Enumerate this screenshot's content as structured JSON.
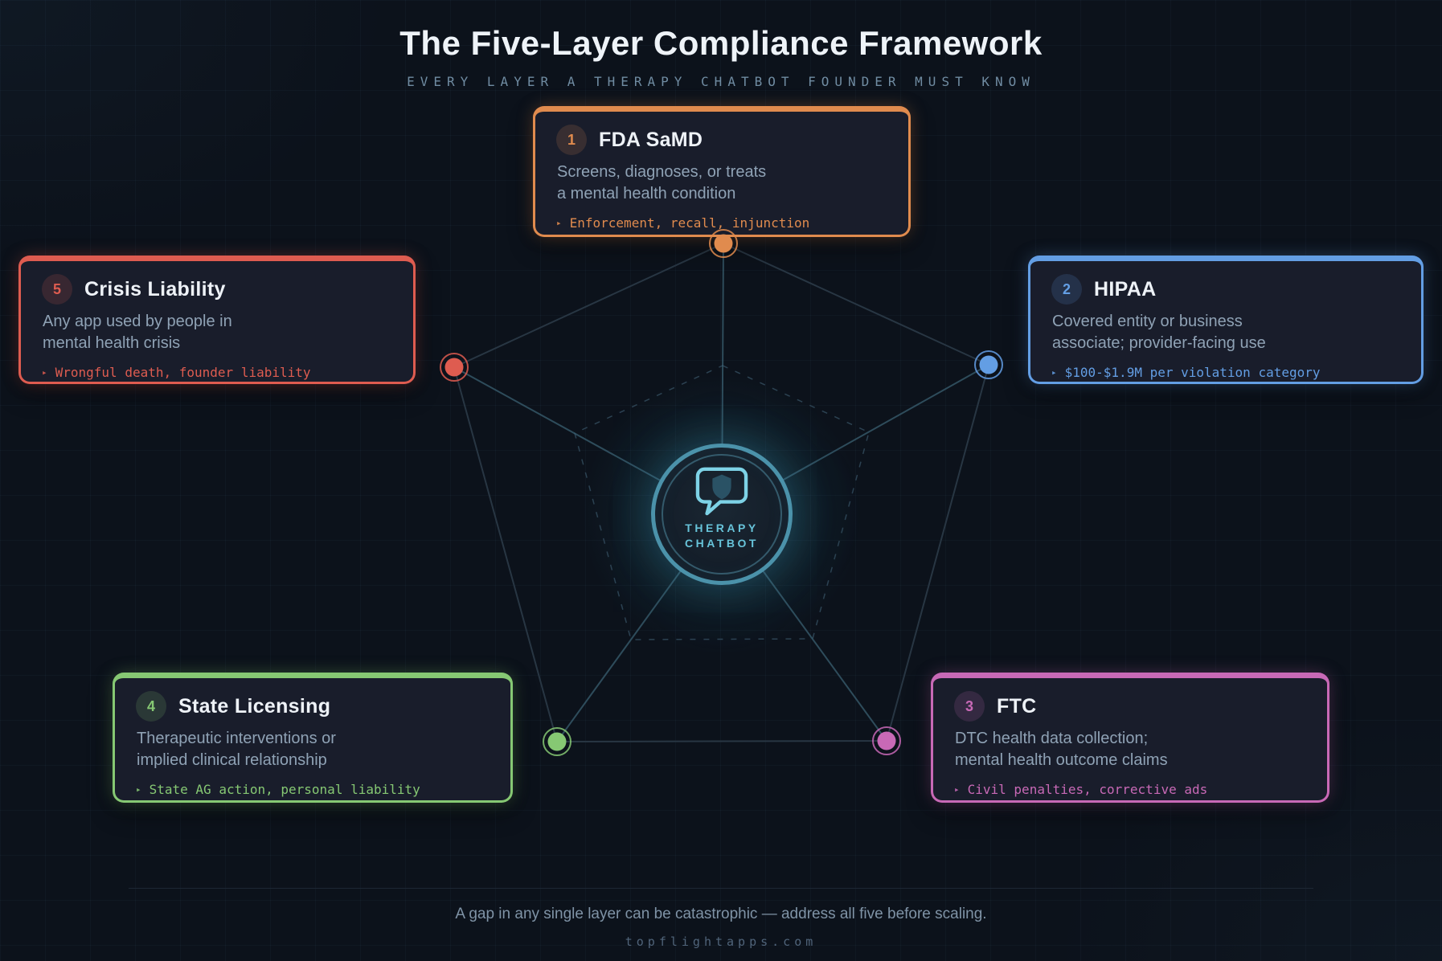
{
  "page": {
    "title": "The Five-Layer Compliance Framework",
    "subtitle": "EVERY LAYER A THERAPY CHATBOT FOUNDER MUST KNOW",
    "footer_note": "A gap in any single layer can be catastrophic — address all five before scaling.",
    "footer_domain": "topflightapps.com"
  },
  "meta": {
    "penalty_marker": "▸"
  },
  "center": {
    "icon": "chat-bubble-shield-icon",
    "label_line1": "THERAPY",
    "label_line2": "CHATBOT",
    "glow_color": "#46b4d2"
  },
  "layers": [
    {
      "num": "1",
      "name": "FDA SaMD",
      "desc1": "Screens, diagnoses, or treats",
      "desc2": "a mental health condition",
      "penalty": "Enforcement, recall, injunction",
      "color": "#e08b4e"
    },
    {
      "num": "2",
      "name": "HIPAA",
      "desc1": "Covered entity or business",
      "desc2": "associate; provider-facing use",
      "penalty": "$100-$1.9M per violation category",
      "color": "#639ee4"
    },
    {
      "num": "3",
      "name": "FTC",
      "desc1": "DTC health data collection;",
      "desc2": "mental health outcome claims",
      "penalty": "Civil penalties, corrective ads",
      "color": "#c869b6"
    },
    {
      "num": "4",
      "name": "State Licensing",
      "desc1": "Therapeutic interventions or",
      "desc2": "implied clinical relationship",
      "penalty": "State AG action, personal liability",
      "color": "#86c873"
    },
    {
      "num": "5",
      "name": "Crisis Liability",
      "desc1": "Any app used by people in",
      "desc2": "mental health crisis",
      "penalty": "Wrongful death, founder liability",
      "color": "#de5c50"
    }
  ]
}
